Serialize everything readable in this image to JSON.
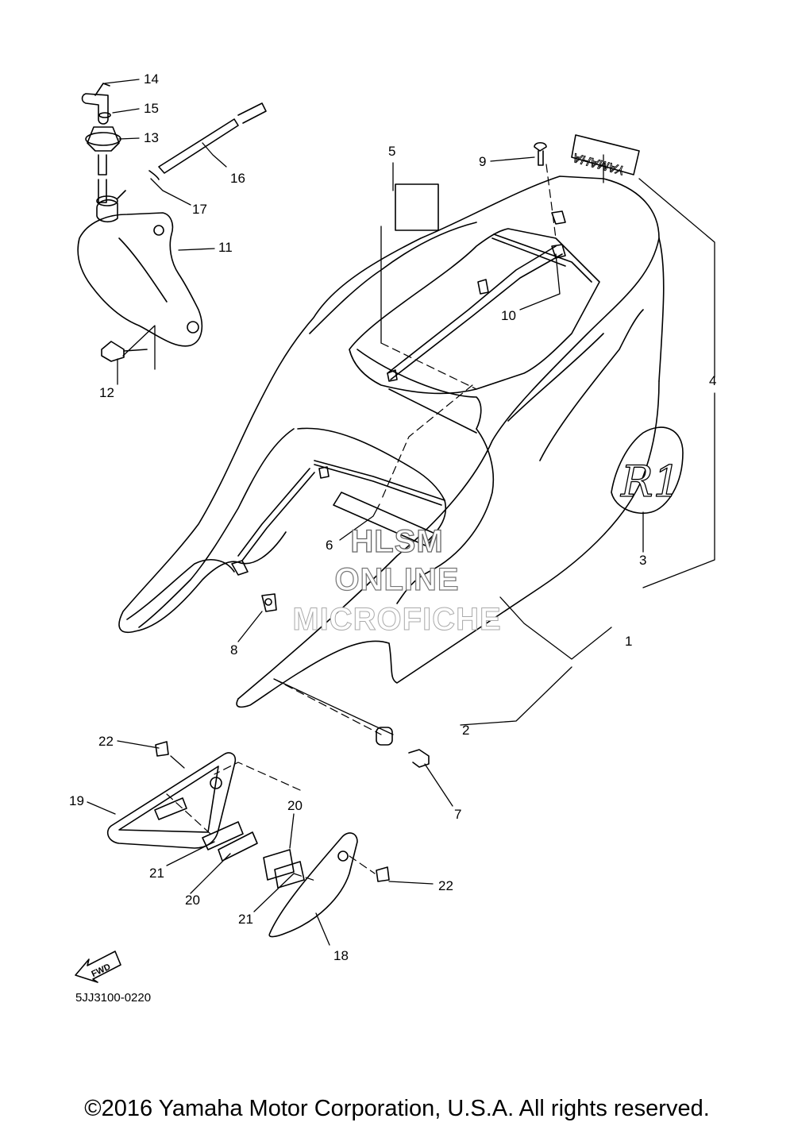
{
  "diagram": {
    "callouts": [
      "1",
      "2",
      "3",
      "4",
      "5",
      "6",
      "7",
      "8",
      "9",
      "10",
      "11",
      "12",
      "13",
      "14",
      "15",
      "16",
      "17",
      "18",
      "19",
      "20",
      "20",
      "21",
      "21",
      "22",
      "22"
    ],
    "watermark": [
      "HLSM",
      "ONLINE",
      "MICROFICHE"
    ],
    "decals": {
      "brand": "YAMAHA",
      "model": "R1",
      "direction": "FWD"
    },
    "figure_code": "5JJ3100-0220",
    "copyright": "©2016 Yamaha Motor Corporation, U.S.A. All rights reserved."
  }
}
